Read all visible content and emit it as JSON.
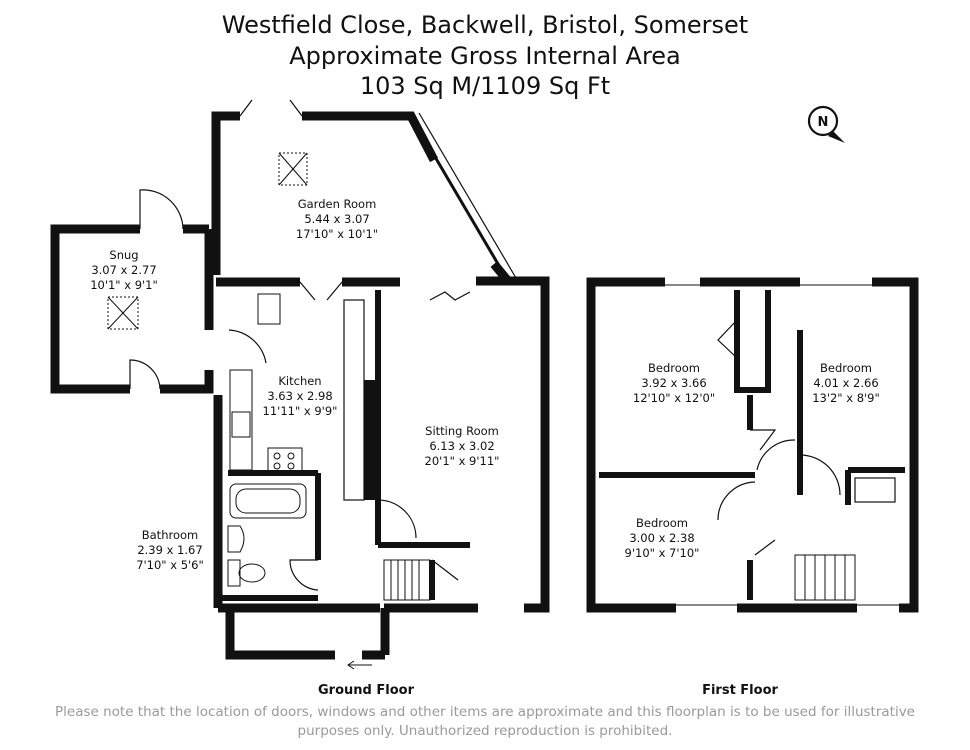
{
  "header": {
    "address": "Westfield Close, Backwell, Bristol, Somerset",
    "area_title": "Approximate Gross Internal Area",
    "area_value": "103 Sq M/1109 Sq Ft"
  },
  "compass": {
    "letter": "N",
    "icon": "north-arrow-icon"
  },
  "rooms": {
    "snug": {
      "name": "Snug",
      "metric": "3.07 x 2.77",
      "imperial": "10'1\" x 9'1\""
    },
    "garden_room": {
      "name": "Garden Room",
      "metric": "5.44 x 3.07",
      "imperial": "17'10\" x 10'1\""
    },
    "kitchen": {
      "name": "Kitchen",
      "metric": "3.63 x 2.98",
      "imperial": "11'11\" x 9'9\""
    },
    "sitting_room": {
      "name": "Sitting Room",
      "metric": "6.13 x 3.02",
      "imperial": "20'1\" x 9'11\""
    },
    "bathroom": {
      "name": "Bathroom",
      "metric": "2.39 x 1.67",
      "imperial": "7'10\" x 5'6\""
    },
    "bedroom_1": {
      "name": "Bedroom",
      "metric": "3.92 x 3.66",
      "imperial": "12'10\" x 12'0\""
    },
    "bedroom_2": {
      "name": "Bedroom",
      "metric": "4.01 x 2.66",
      "imperial": "13'2\" x 8'9\""
    },
    "bedroom_3": {
      "name": "Bedroom",
      "metric": "3.00 x 2.38",
      "imperial": "9'10\" x 7'10\""
    }
  },
  "floors": {
    "ground": "Ground Floor",
    "first": "First Floor"
  },
  "footer": {
    "disclaimer_line1": "Please note that the location of doors, windows and other items are approximate and this floorplan is to be used for illustrative",
    "disclaimer_line2": "purposes only. Unauthorized reproduction is prohibited."
  }
}
